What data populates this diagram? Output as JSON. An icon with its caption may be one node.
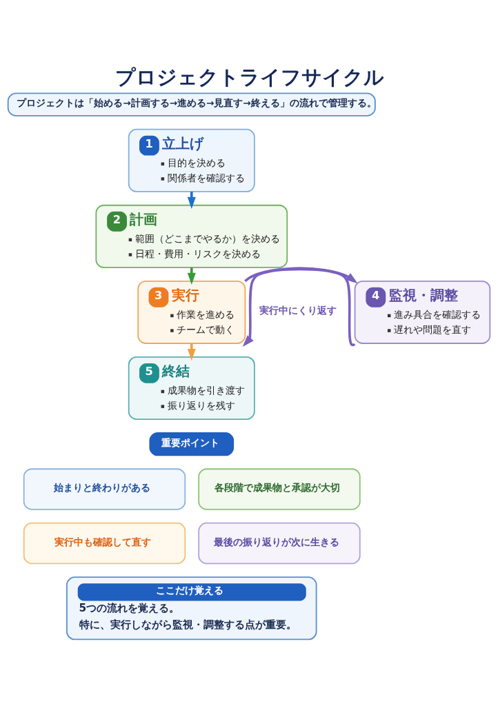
{
  "diagram": {
    "title": "プロジェクトライフサイクル",
    "nodes": [
      {
        "text": [
          "プロジェクトは「始める→計画する→進める→見直す→終える」の流れで管理する。"
        ]
      },
      {
        "text": [
          "1",
          "立上げ",
          "目的を決める",
          "関係者を確認する"
        ]
      },
      {
        "text": [
          "2",
          "計画",
          "範囲（どこまでやるか）を決める",
          "日程・費用・リスクを決める"
        ]
      },
      {
        "text": [
          "3",
          "実行",
          "作業を進める",
          "チームで動く"
        ]
      },
      {
        "text": [
          "4",
          "監視・調整",
          "進み具合を確認する",
          "遅れや問題を直す"
        ]
      },
      {
        "text": [
          "5",
          "終結",
          "成果物を引き渡す",
          "振り返りを残す"
        ]
      },
      {
        "text": [
          "重要ポイント"
        ]
      },
      {
        "text": [
          "始まりと終わりがある"
        ]
      },
      {
        "text": [
          "各段階で成果物と承認が大切"
        ]
      },
      {
        "text": [
          "実行中も確認して直す"
        ]
      },
      {
        "text": [
          "最後の振り返りが次に生きる"
        ]
      },
      {
        "text": [
          "ここだけ覚える",
          "5つの流れを覚える。",
          "特に、実行しながら監視・調整する点が重要。"
        ]
      }
    ],
    "edges": [
      {
        "from": 1,
        "to": 2,
        "arrow": "to",
        "color": "#1f6fd0"
      },
      {
        "from": 2,
        "to": 3,
        "arrow": "to",
        "color": "#3a9a3a"
      },
      {
        "from": 3,
        "to": 4,
        "arrow": "to",
        "color": "#7a60c0"
      },
      {
        "from": 4,
        "to": 3,
        "arrow": "to",
        "color": "#7a60c0"
      },
      {
        "from": 3,
        "to": 5,
        "arrow": "to",
        "color": "#f0a040"
      }
    ],
    "labels": [
      "実行中にくり返す"
    ]
  }
}
